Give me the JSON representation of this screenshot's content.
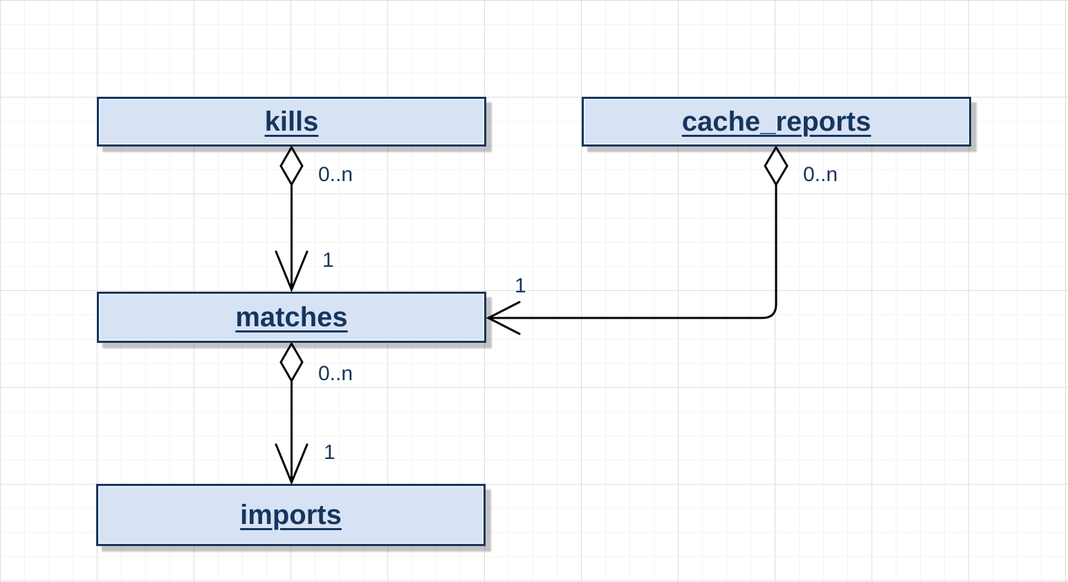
{
  "diagram": {
    "type": "entity-relationship",
    "entities": [
      {
        "id": "kills",
        "label": "kills"
      },
      {
        "id": "cache_reports",
        "label": "cache_reports"
      },
      {
        "id": "matches",
        "label": "matches"
      },
      {
        "id": "imports",
        "label": "imports"
      }
    ],
    "relationships": [
      {
        "from": "kills",
        "to": "matches",
        "source_label": "0..n",
        "target_label": "1",
        "source_marker": "hollow-diamond",
        "target_marker": "open-arrow"
      },
      {
        "from": "cache_reports",
        "to": "matches",
        "source_label": "0..n",
        "target_label": "1",
        "source_marker": "hollow-diamond",
        "target_marker": "open-arrow"
      },
      {
        "from": "matches",
        "to": "imports",
        "source_label": "0..n",
        "target_label": "1",
        "source_marker": "hollow-diamond",
        "target_marker": "open-arrow"
      }
    ],
    "colors": {
      "entity_fill": "#d7e2f5",
      "entity_border": "#17365d",
      "entity_text": "#16365c",
      "edge_label_text": "#17365c",
      "connector_line": "#000000",
      "grid_minor": "#f3f3f3",
      "grid_major": "#dcdcdc",
      "canvas_background": "#ffffff",
      "shadow": "#c2c2c2"
    }
  }
}
